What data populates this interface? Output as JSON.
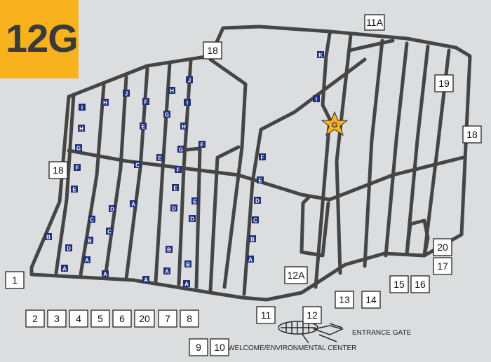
{
  "map_title": "12G",
  "colors": {
    "background": "#dcdddf",
    "road": "#454545",
    "badge": "#f7b21e",
    "section_marker": "#1f2f7a",
    "star": "#f7b21e"
  },
  "icons": [
    "star-icon",
    "building-icon"
  ],
  "road_labels": [
    "1",
    "2",
    "3",
    "4",
    "5",
    "6",
    "20",
    "7",
    "8",
    "9",
    "10",
    "11",
    "12",
    "12A",
    "13",
    "14",
    "15",
    "16",
    "17",
    "20",
    "18",
    "18",
    "18",
    "19",
    "11A"
  ],
  "section_markers": [
    "I",
    "H",
    "G",
    "F",
    "E",
    "B",
    "A",
    "H",
    "D",
    "C",
    "B",
    "A",
    "J",
    "C",
    "D",
    "C",
    "A",
    "F",
    "E",
    "A",
    "A",
    "H",
    "G",
    "E",
    "F",
    "E",
    "D",
    "B",
    "A",
    "J",
    "I",
    "H",
    "G",
    "F",
    "E",
    "D",
    "B",
    "A",
    "F",
    "E",
    "D",
    "C",
    "B",
    "A",
    "K",
    "I"
  ],
  "star_label": "G",
  "places": {
    "entrance": "ENTRANCE GATE",
    "welcome": "WELCOME/ENVIRONMENTAL CENTER"
  }
}
